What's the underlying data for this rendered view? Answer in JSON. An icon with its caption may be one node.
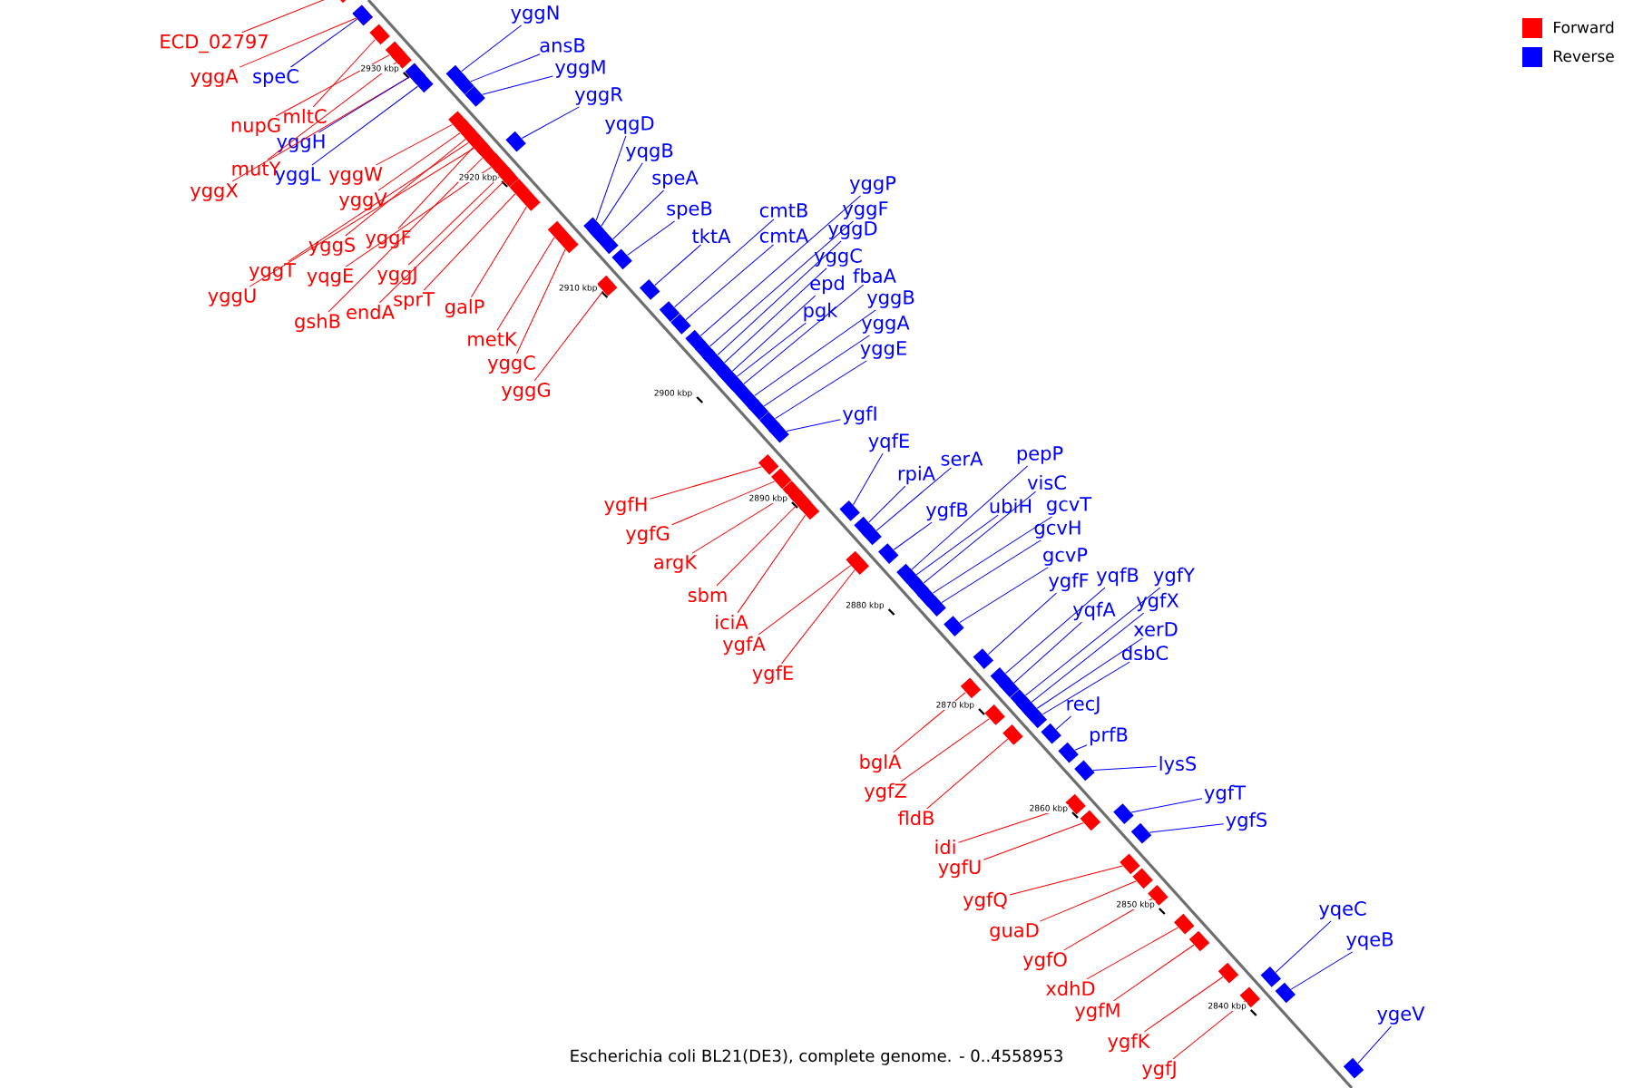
{
  "diagram": {
    "caption": "Escherichia coli BL21(DE3), complete genome. - 0..4558953",
    "nodes": [
      {
        "text": [
          "ECD_02797"
        ]
      },
      {
        "text": [
          "yggA"
        ]
      },
      {
        "text": [
          "nupG"
        ]
      },
      {
        "text": [
          "mltC"
        ]
      },
      {
        "text": [
          "mutY"
        ]
      },
      {
        "text": [
          "yggX"
        ]
      },
      {
        "text": [
          "yggW"
        ]
      },
      {
        "text": [
          "yggV"
        ]
      },
      {
        "text": [
          "yggS"
        ]
      },
      {
        "text": [
          "yggF"
        ]
      },
      {
        "text": [
          "yggT"
        ]
      },
      {
        "text": [
          "yggU"
        ]
      },
      {
        "text": [
          "yqgE"
        ]
      },
      {
        "text": [
          "yggJ"
        ]
      },
      {
        "text": [
          "gshB"
        ]
      },
      {
        "text": [
          "endA"
        ]
      },
      {
        "text": [
          "sprT"
        ]
      },
      {
        "text": [
          "galP"
        ]
      },
      {
        "text": [
          "metK"
        ]
      },
      {
        "text": [
          "yggC"
        ]
      },
      {
        "text": [
          "yggG"
        ]
      },
      {
        "text": [
          "speC"
        ]
      },
      {
        "text": [
          "yggH"
        ]
      },
      {
        "text": [
          "yggL"
        ]
      },
      {
        "text": [
          "yggN"
        ]
      },
      {
        "text": [
          "ansB"
        ]
      },
      {
        "text": [
          "yggM"
        ]
      },
      {
        "text": [
          "yggR"
        ]
      },
      {
        "text": [
          "yqgD"
        ]
      },
      {
        "text": [
          "yqgB"
        ]
      },
      {
        "text": [
          "speA"
        ]
      },
      {
        "text": [
          "speB"
        ]
      },
      {
        "text": [
          "tktA"
        ]
      },
      {
        "text": [
          "cmtB"
        ]
      },
      {
        "text": [
          "cmtA"
        ]
      },
      {
        "text": [
          "yggP"
        ]
      },
      {
        "text": [
          "yggF"
        ]
      },
      {
        "text": [
          "yggD"
        ]
      },
      {
        "text": [
          "yggC"
        ]
      },
      {
        "text": [
          "epd"
        ]
      },
      {
        "text": [
          "fbaA"
        ]
      },
      {
        "text": [
          "pgk"
        ]
      },
      {
        "text": [
          "yggB"
        ]
      },
      {
        "text": [
          "yggA"
        ]
      },
      {
        "text": [
          "yggE"
        ]
      },
      {
        "text": [
          "ygfI"
        ]
      },
      {
        "text": [
          "ygfH"
        ]
      },
      {
        "text": [
          "ygfG"
        ]
      },
      {
        "text": [
          "argK"
        ]
      },
      {
        "text": [
          "sbm"
        ]
      },
      {
        "text": [
          "iciA"
        ]
      },
      {
        "text": [
          "ygfA"
        ]
      },
      {
        "text": [
          "ygfE"
        ]
      },
      {
        "text": [
          "yqfE"
        ]
      },
      {
        "text": [
          "rpiA"
        ]
      },
      {
        "text": [
          "serA"
        ]
      },
      {
        "text": [
          "ygfB"
        ]
      },
      {
        "text": [
          "pepP"
        ]
      },
      {
        "text": [
          "ubiH"
        ]
      },
      {
        "text": [
          "visC"
        ]
      },
      {
        "text": [
          "gcvT"
        ]
      },
      {
        "text": [
          "gcvH"
        ]
      },
      {
        "text": [
          "gcvP"
        ]
      },
      {
        "text": [
          "ygfF"
        ]
      },
      {
        "text": [
          "yqfB"
        ]
      },
      {
        "text": [
          "ygfY"
        ]
      },
      {
        "text": [
          "yqfA"
        ]
      },
      {
        "text": [
          "ygfX"
        ]
      },
      {
        "text": [
          "xerD"
        ]
      },
      {
        "text": [
          "dsbC"
        ]
      },
      {
        "text": [
          "recJ"
        ]
      },
      {
        "text": [
          "prfB"
        ]
      },
      {
        "text": [
          "lysS"
        ]
      },
      {
        "text": [
          "ygfT"
        ]
      },
      {
        "text": [
          "ygfS"
        ]
      },
      {
        "text": [
          "bglA"
        ]
      },
      {
        "text": [
          "ygfZ"
        ]
      },
      {
        "text": [
          "fldB"
        ]
      },
      {
        "text": [
          "idi"
        ]
      },
      {
        "text": [
          "ygfU"
        ]
      },
      {
        "text": [
          "ygfQ"
        ]
      },
      {
        "text": [
          "guaD"
        ]
      },
      {
        "text": [
          "ygfO"
        ]
      },
      {
        "text": [
          "xdhD"
        ]
      },
      {
        "text": [
          "ygfM"
        ]
      },
      {
        "text": [
          "ygfK"
        ]
      },
      {
        "text": [
          "ygfJ"
        ]
      },
      {
        "text": [
          "yqeC"
        ]
      },
      {
        "text": [
          "yqeB"
        ]
      },
      {
        "text": [
          "ygeV"
        ]
      },
      {
        "text": [],
        "shape": "box"
      },
      {
        "text": [],
        "shape": "box"
      },
      {
        "text": [],
        "shape": "box"
      },
      {
        "text": [],
        "shape": "box"
      },
      {
        "text": [],
        "shape": "box"
      },
      {
        "text": [],
        "shape": "box"
      },
      {
        "text": [],
        "shape": "box"
      },
      {
        "text": [],
        "shape": "box"
      },
      {
        "text": [],
        "shape": "box"
      },
      {
        "text": [],
        "shape": "box"
      },
      {
        "text": [],
        "shape": "box"
      },
      {
        "text": [],
        "shape": "box"
      },
      {
        "text": [],
        "shape": "box"
      },
      {
        "text": [],
        "shape": "box"
      },
      {
        "text": [],
        "shape": "box"
      },
      {
        "text": [],
        "shape": "box"
      },
      {
        "text": [],
        "shape": "box"
      },
      {
        "text": [],
        "shape": "box"
      },
      {
        "text": [],
        "shape": "box"
      },
      {
        "text": [],
        "shape": "box"
      },
      {
        "text": [],
        "shape": "box"
      },
      {
        "text": [],
        "shape": "box"
      },
      {
        "text": [],
        "shape": "box"
      },
      {
        "text": [],
        "shape": "box"
      },
      {
        "text": [],
        "shape": "box"
      },
      {
        "text": [],
        "shape": "box"
      },
      {
        "text": [],
        "shape": "box"
      },
      {
        "text": [],
        "shape": "box"
      },
      {
        "text": [],
        "shape": "box"
      },
      {
        "text": [],
        "shape": "box"
      },
      {
        "text": [],
        "shape": "box"
      },
      {
        "text": [],
        "shape": "box"
      },
      {
        "text": [],
        "shape": "box"
      },
      {
        "text": [],
        "shape": "box"
      },
      {
        "text": [],
        "shape": "box"
      },
      {
        "text": [],
        "shape": "box"
      },
      {
        "text": [],
        "shape": "box"
      },
      {
        "text": [],
        "shape": "box"
      },
      {
        "text": [],
        "shape": "box"
      },
      {
        "text": [],
        "shape": "box"
      },
      {
        "text": [],
        "shape": "box"
      },
      {
        "text": [],
        "shape": "box"
      },
      {
        "text": [],
        "shape": "box"
      },
      {
        "text": [],
        "shape": "box"
      },
      {
        "text": [],
        "shape": "box"
      },
      {
        "text": [],
        "shape": "box"
      },
      {
        "text": [],
        "shape": "box"
      },
      {
        "text": [],
        "shape": "box"
      },
      {
        "text": [],
        "shape": "box"
      },
      {
        "text": [],
        "shape": "box"
      },
      {
        "text": [],
        "shape": "box"
      },
      {
        "text": [],
        "shape": "box"
      },
      {
        "text": [],
        "shape": "box"
      },
      {
        "text": [],
        "shape": "box"
      },
      {
        "text": [],
        "shape": "box"
      },
      {
        "text": [],
        "shape": "box"
      },
      {
        "text": [],
        "shape": "box"
      },
      {
        "text": [],
        "shape": "box"
      },
      {
        "text": [],
        "shape": "box"
      },
      {
        "text": [],
        "shape": "box"
      },
      {
        "text": [],
        "shape": "box"
      },
      {
        "text": [],
        "shape": "box"
      },
      {
        "text": [],
        "shape": "box"
      },
      {
        "text": [],
        "shape": "box"
      },
      {
        "text": [],
        "shape": "box"
      },
      {
        "text": [],
        "shape": "box"
      },
      {
        "text": [],
        "shape": "box"
      },
      {
        "text": [],
        "shape": "box"
      },
      {
        "text": [],
        "shape": "box"
      },
      {
        "text": [],
        "shape": "box"
      },
      {
        "text": [],
        "shape": "box"
      },
      {
        "text": [],
        "shape": "box"
      },
      {
        "text": [],
        "shape": "box"
      },
      {
        "text": [],
        "shape": "box"
      },
      {
        "text": [],
        "shape": "box"
      },
      {
        "text": [],
        "shape": "box"
      },
      {
        "text": [],
        "shape": "box"
      },
      {
        "text": [],
        "shape": "box"
      },
      {
        "text": [],
        "shape": "box"
      },
      {
        "text": [],
        "shape": "box"
      },
      {
        "text": [],
        "shape": "box"
      },
      {
        "text": [],
        "shape": "box"
      },
      {
        "text": [],
        "shape": "box"
      },
      {
        "text": [],
        "shape": "box"
      },
      {
        "text": [],
        "shape": "box"
      },
      {
        "text": [],
        "shape": "box"
      },
      {
        "text": [],
        "shape": "box"
      },
      {
        "text": [],
        "shape": "box"
      },
      {
        "text": [],
        "shape": "box"
      },
      {
        "text": [],
        "shape": "box"
      }
    ],
    "edges": [
      {
        "from": 0,
        "to": 90,
        "arrow": "none",
        "color": "#ff0000"
      },
      {
        "from": 1,
        "to": 91,
        "arrow": "none",
        "color": "#ff0000"
      },
      {
        "from": 2,
        "to": 92,
        "arrow": "none",
        "color": "#ff0000"
      },
      {
        "from": 3,
        "to": 93,
        "arrow": "none",
        "color": "#ff0000"
      },
      {
        "from": 4,
        "to": 94,
        "arrow": "none",
        "color": "#ff0000"
      },
      {
        "from": 5,
        "to": 95,
        "arrow": "none",
        "color": "#ff0000"
      },
      {
        "from": 6,
        "to": 96,
        "arrow": "none",
        "color": "#ff0000"
      },
      {
        "from": 7,
        "to": 97,
        "arrow": "none",
        "color": "#ff0000"
      },
      {
        "from": 8,
        "to": 98,
        "arrow": "none",
        "color": "#ff0000"
      },
      {
        "from": 9,
        "to": 99,
        "arrow": "none",
        "color": "#ff0000"
      },
      {
        "from": 10,
        "to": 100,
        "arrow": "none",
        "color": "#ff0000"
      },
      {
        "from": 11,
        "to": 101,
        "arrow": "none",
        "color": "#ff0000"
      },
      {
        "from": 12,
        "to": 102,
        "arrow": "none",
        "color": "#ff0000"
      },
      {
        "from": 13,
        "to": 103,
        "arrow": "none",
        "color": "#ff0000"
      },
      {
        "from": 14,
        "to": 104,
        "arrow": "none",
        "color": "#ff0000"
      },
      {
        "from": 15,
        "to": 105,
        "arrow": "none",
        "color": "#ff0000"
      },
      {
        "from": 16,
        "to": 106,
        "arrow": "none",
        "color": "#ff0000"
      },
      {
        "from": 17,
        "to": 107,
        "arrow": "none",
        "color": "#ff0000"
      },
      {
        "from": 18,
        "to": 108,
        "arrow": "none",
        "color": "#ff0000"
      },
      {
        "from": 19,
        "to": 109,
        "arrow": "none",
        "color": "#ff0000"
      },
      {
        "from": 20,
        "to": 110,
        "arrow": "none",
        "color": "#ff0000"
      },
      {
        "from": 21,
        "to": 111,
        "arrow": "none",
        "color": "#0000ff"
      },
      {
        "from": 22,
        "to": 112,
        "arrow": "none",
        "color": "#0000ff"
      },
      {
        "from": 23,
        "to": 113,
        "arrow": "none",
        "color": "#0000ff"
      },
      {
        "from": 24,
        "to": 114,
        "arrow": "none",
        "color": "#0000ff"
      },
      {
        "from": 25,
        "to": 115,
        "arrow": "none",
        "color": "#0000ff"
      },
      {
        "from": 26,
        "to": 116,
        "arrow": "none",
        "color": "#0000ff"
      },
      {
        "from": 27,
        "to": 117,
        "arrow": "none",
        "color": "#0000ff"
      },
      {
        "from": 28,
        "to": 118,
        "arrow": "none",
        "color": "#0000ff"
      },
      {
        "from": 29,
        "to": 119,
        "arrow": "none",
        "color": "#0000ff"
      },
      {
        "from": 30,
        "to": 120,
        "arrow": "none",
        "color": "#0000ff"
      },
      {
        "from": 31,
        "to": 121,
        "arrow": "none",
        "color": "#0000ff"
      },
      {
        "from": 32,
        "to": 122,
        "arrow": "none",
        "color": "#0000ff"
      },
      {
        "from": 33,
        "to": 123,
        "arrow": "none",
        "color": "#0000ff"
      },
      {
        "from": 34,
        "to": 124,
        "arrow": "none",
        "color": "#0000ff"
      },
      {
        "from": 35,
        "to": 125,
        "arrow": "none",
        "color": "#0000ff"
      },
      {
        "from": 36,
        "to": 126,
        "arrow": "none",
        "color": "#0000ff"
      },
      {
        "from": 37,
        "to": 127,
        "arrow": "none",
        "color": "#0000ff"
      },
      {
        "from": 38,
        "to": 128,
        "arrow": "none",
        "color": "#0000ff"
      },
      {
        "from": 39,
        "to": 129,
        "arrow": "none",
        "color": "#0000ff"
      },
      {
        "from": 40,
        "to": 130,
        "arrow": "none",
        "color": "#0000ff"
      },
      {
        "from": 41,
        "to": 131,
        "arrow": "none",
        "color": "#0000ff"
      },
      {
        "from": 42,
        "to": 132,
        "arrow": "none",
        "color": "#0000ff"
      },
      {
        "from": 43,
        "to": 133,
        "arrow": "none",
        "color": "#0000ff"
      },
      {
        "from": 44,
        "to": 134,
        "arrow": "none",
        "color": "#0000ff"
      },
      {
        "from": 45,
        "to": 135,
        "arrow": "none",
        "color": "#0000ff"
      },
      {
        "from": 46,
        "to": 136,
        "arrow": "none",
        "color": "#ff0000"
      },
      {
        "from": 47,
        "to": 137,
        "arrow": "none",
        "color": "#ff0000"
      },
      {
        "from": 48,
        "to": 138,
        "arrow": "none",
        "color": "#ff0000"
      },
      {
        "from": 49,
        "to": 139,
        "arrow": "none",
        "color": "#ff0000"
      },
      {
        "from": 50,
        "to": 140,
        "arrow": "none",
        "color": "#ff0000"
      },
      {
        "from": 51,
        "to": 141,
        "arrow": "none",
        "color": "#ff0000"
      },
      {
        "from": 52,
        "to": 142,
        "arrow": "none",
        "color": "#ff0000"
      },
      {
        "from": 53,
        "to": 143,
        "arrow": "none",
        "color": "#0000ff"
      },
      {
        "from": 54,
        "to": 144,
        "arrow": "none",
        "color": "#0000ff"
      },
      {
        "from": 55,
        "to": 145,
        "arrow": "none",
        "color": "#0000ff"
      },
      {
        "from": 56,
        "to": 146,
        "arrow": "none",
        "color": "#0000ff"
      },
      {
        "from": 57,
        "to": 147,
        "arrow": "none",
        "color": "#0000ff"
      },
      {
        "from": 58,
        "to": 148,
        "arrow": "none",
        "color": "#0000ff"
      },
      {
        "from": 59,
        "to": 149,
        "arrow": "none",
        "color": "#0000ff"
      },
      {
        "from": 60,
        "to": 150,
        "arrow": "none",
        "color": "#0000ff"
      },
      {
        "from": 61,
        "to": 151,
        "arrow": "none",
        "color": "#0000ff"
      },
      {
        "from": 62,
        "to": 152,
        "arrow": "none",
        "color": "#0000ff"
      },
      {
        "from": 63,
        "to": 153,
        "arrow": "none",
        "color": "#0000ff"
      },
      {
        "from": 64,
        "to": 154,
        "arrow": "none",
        "color": "#0000ff"
      },
      {
        "from": 65,
        "to": 155,
        "arrow": "none",
        "color": "#0000ff"
      },
      {
        "from": 66,
        "to": 156,
        "arrow": "none",
        "color": "#0000ff"
      },
      {
        "from": 67,
        "to": 157,
        "arrow": "none",
        "color": "#0000ff"
      },
      {
        "from": 68,
        "to": 158,
        "arrow": "none",
        "color": "#0000ff"
      },
      {
        "from": 69,
        "to": 159,
        "arrow": "none",
        "color": "#0000ff"
      },
      {
        "from": 70,
        "to": 160,
        "arrow": "none",
        "color": "#0000ff"
      },
      {
        "from": 71,
        "to": 161,
        "arrow": "none",
        "color": "#0000ff"
      },
      {
        "from": 72,
        "to": 162,
        "arrow": "none",
        "color": "#0000ff"
      },
      {
        "from": 73,
        "to": 163,
        "arrow": "none",
        "color": "#0000ff"
      },
      {
        "from": 74,
        "to": 164,
        "arrow": "none",
        "color": "#0000ff"
      },
      {
        "from": 75,
        "to": 165,
        "arrow": "none",
        "color": "#ff0000"
      },
      {
        "from": 76,
        "to": 166,
        "arrow": "none",
        "color": "#ff0000"
      },
      {
        "from": 77,
        "to": 167,
        "arrow": "none",
        "color": "#ff0000"
      },
      {
        "from": 78,
        "to": 168,
        "arrow": "none",
        "color": "#ff0000"
      },
      {
        "from": 79,
        "to": 169,
        "arrow": "none",
        "color": "#ff0000"
      },
      {
        "from": 80,
        "to": 170,
        "arrow": "none",
        "color": "#ff0000"
      },
      {
        "from": 81,
        "to": 171,
        "arrow": "none",
        "color": "#ff0000"
      },
      {
        "from": 82,
        "to": 172,
        "arrow": "none",
        "color": "#ff0000"
      },
      {
        "from": 83,
        "to": 173,
        "arrow": "none",
        "color": "#ff0000"
      },
      {
        "from": 84,
        "to": 174,
        "arrow": "none",
        "color": "#ff0000"
      },
      {
        "from": 85,
        "to": 175,
        "arrow": "none",
        "color": "#ff0000"
      },
      {
        "from": 86,
        "to": 176,
        "arrow": "none",
        "color": "#ff0000"
      },
      {
        "from": 87,
        "to": 177,
        "arrow": "none",
        "color": "#0000ff"
      },
      {
        "from": 88,
        "to": 178,
        "arrow": "none",
        "color": "#0000ff"
      },
      {
        "from": 89,
        "to": 179,
        "arrow": "none",
        "color": "#0000ff"
      }
    ],
    "labels": [
      "2930 kbp",
      "2920 kbp",
      "2910 kbp",
      "2900 kbp",
      "2890 kbp",
      "2880 kbp",
      "2870 kbp",
      "2860 kbp",
      "2850 kbp",
      "2840 kbp"
    ],
    "legend": [
      {
        "text": "Forward",
        "color": "#ff0000"
      },
      {
        "text": "Reverse",
        "color": "#0000ff"
      }
    ]
  }
}
